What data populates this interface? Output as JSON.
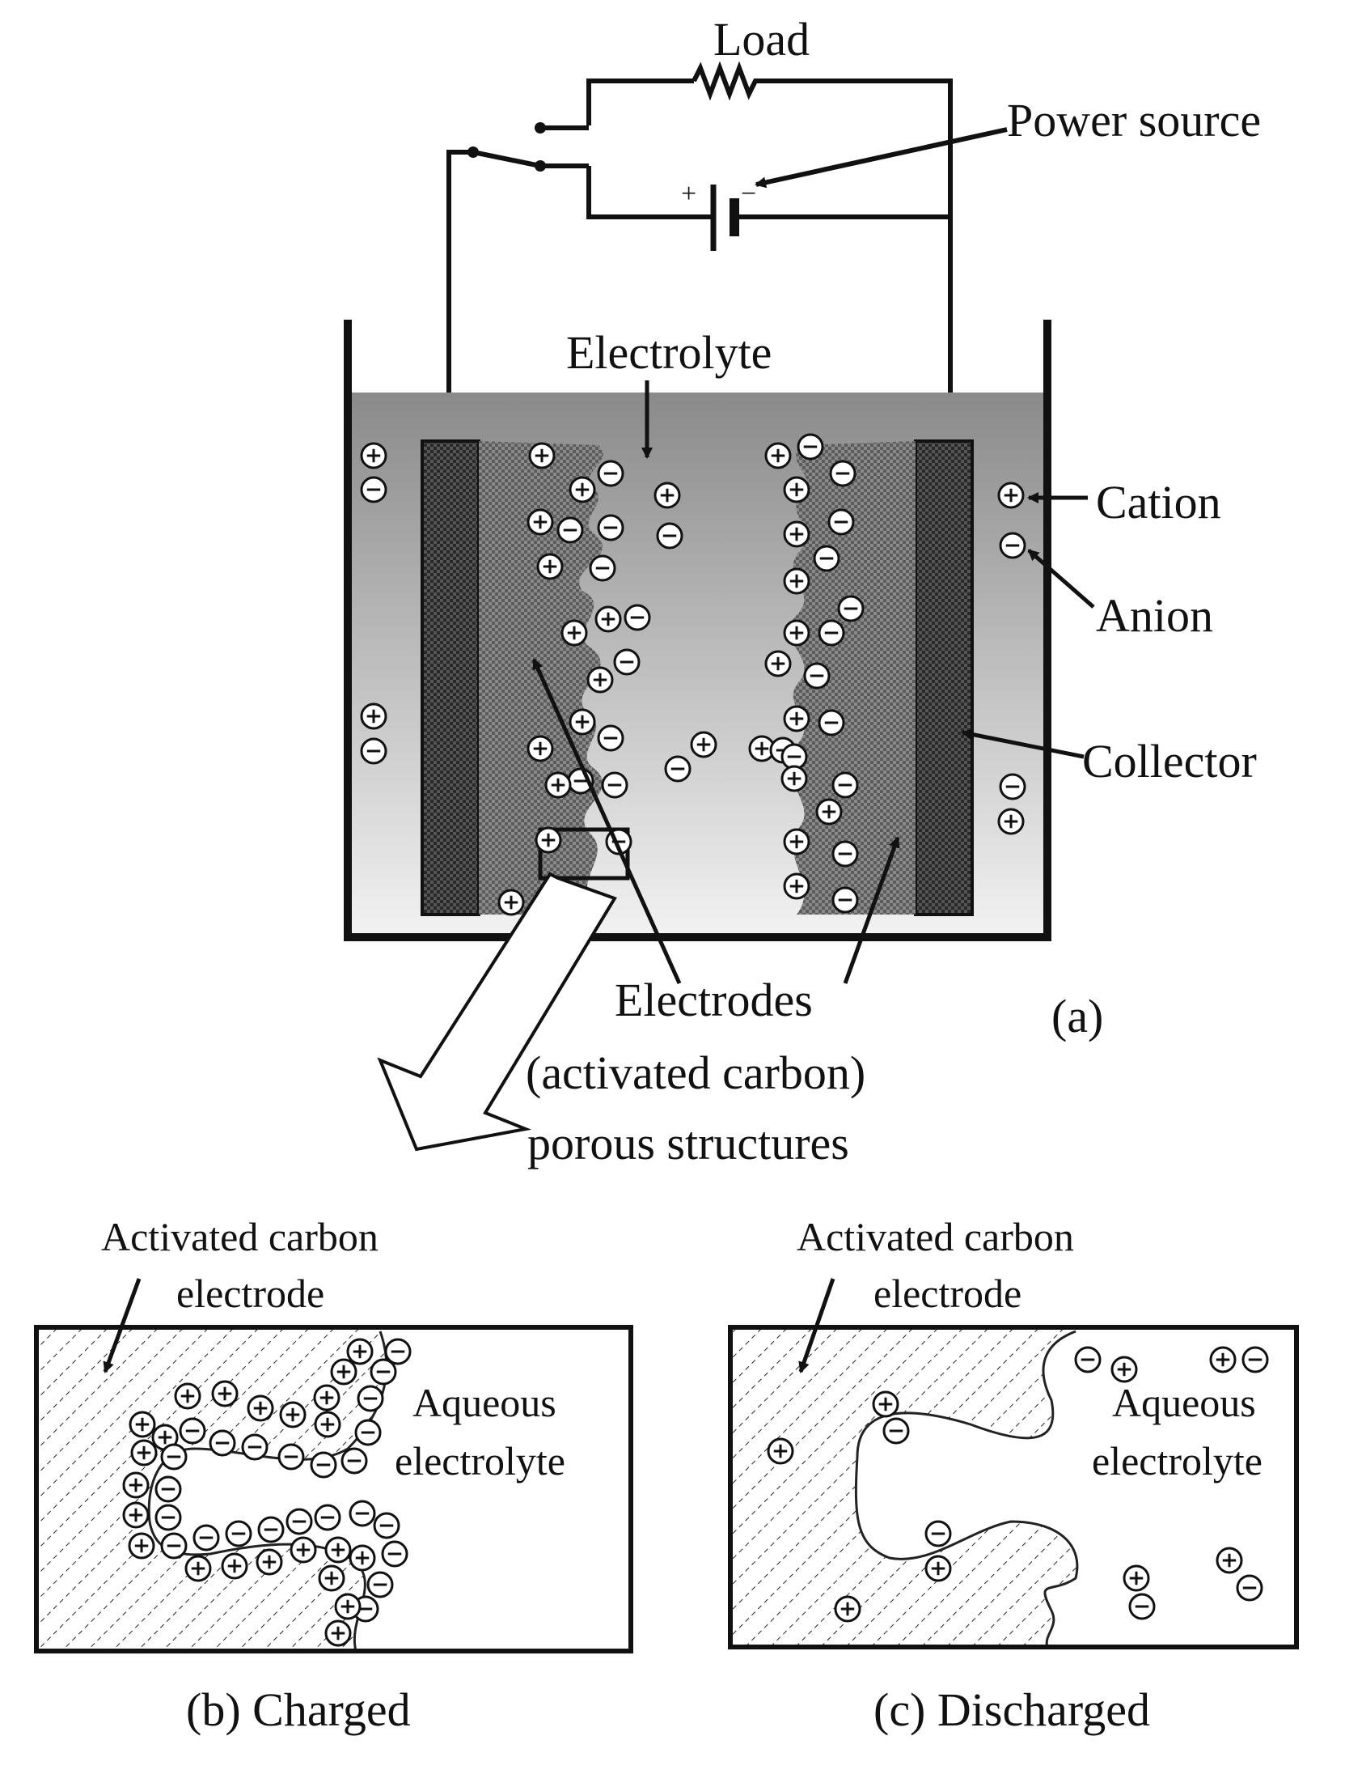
{
  "labels": {
    "load": "Load",
    "power_source": "Power source",
    "electrolyte": "Electrolyte",
    "cation": "Cation",
    "anion": "Anion",
    "collector": "Collector",
    "electrodes_line1": "Electrodes",
    "electrodes_line2": "(activated carbon)",
    "electrodes_line3": "porous structures",
    "panel_a": "(a)",
    "b_electrode_line1": "Activated carbon",
    "b_electrode_line2": "electrode",
    "b_electrolyte_line1": "Aqueous",
    "b_electrolyte_line2": "electrolyte",
    "c_electrode_line1": "Activated carbon",
    "c_electrode_line2": "electrode",
    "c_electrolyte_line1": "Aqueous",
    "c_electrolyte_line2": "electrolyte",
    "caption_b": "(b) Charged",
    "caption_c": "(c) Discharged",
    "battery_plus": "+",
    "battery_minus": "−"
  },
  "ion_symbols": {
    "cation": "+",
    "anion": "−"
  },
  "colors": {
    "electrolyte_top": "#8a8a8a",
    "electrolyte_bottom": "#f0f0f0",
    "collector": "#3a3a3a",
    "electrode": "#6e6e6e",
    "line": "#111111"
  }
}
